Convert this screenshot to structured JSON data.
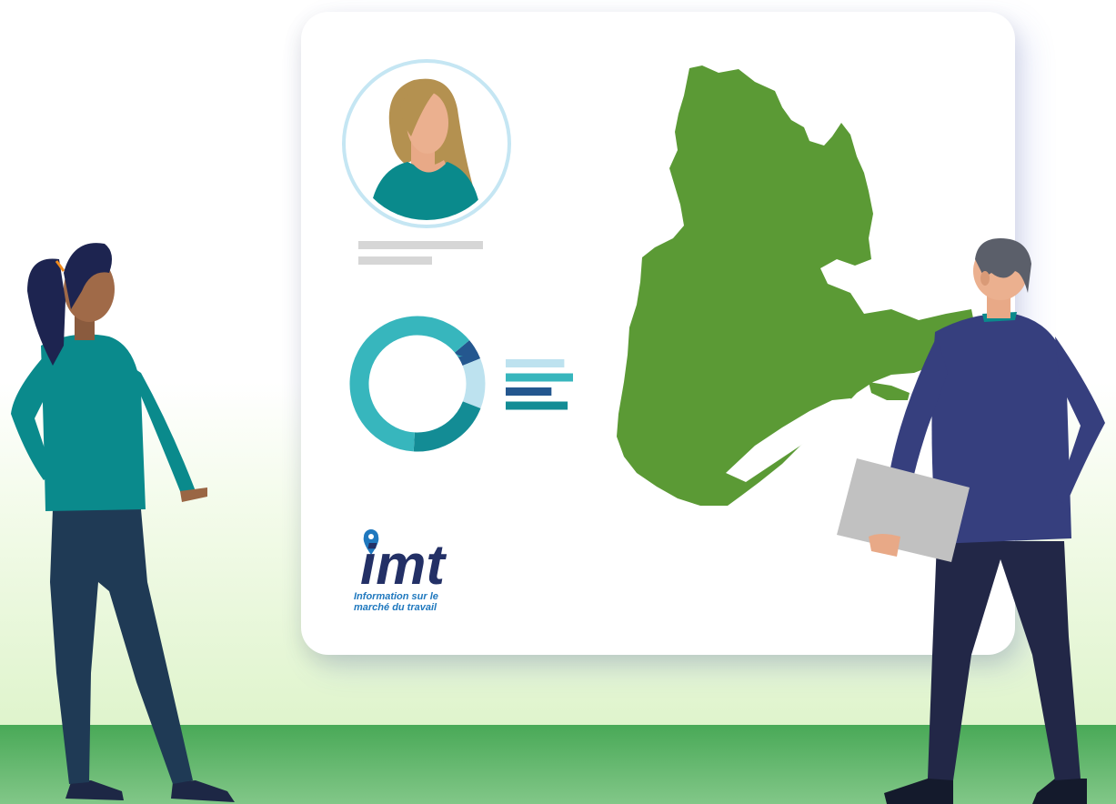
{
  "logo": {
    "wordmark": "imt",
    "caption_line1": "Information sur le",
    "caption_line2": "marché du travail"
  },
  "colors": {
    "map_green": "#5b9a35",
    "teal": "#0a8a8c",
    "navy": "#2d3467",
    "logo_blue": "#1f78be",
    "logo_navy": "#233066"
  },
  "donut": {
    "segments": [
      {
        "value": 0.05,
        "color": "#24578f"
      },
      {
        "value": 0.12,
        "color": "#bde2ef"
      },
      {
        "value": 0.2,
        "color": "#138c95"
      },
      {
        "value": 0.63,
        "color": "#37b6bd"
      }
    ]
  },
  "legend_bars": [
    {
      "value": 0.87,
      "color": "#bde2ef"
    },
    {
      "value": 1.0,
      "color": "#37b6bd"
    },
    {
      "value": 0.68,
      "color": "#24578f"
    },
    {
      "value": 0.92,
      "color": "#138c95"
    }
  ]
}
